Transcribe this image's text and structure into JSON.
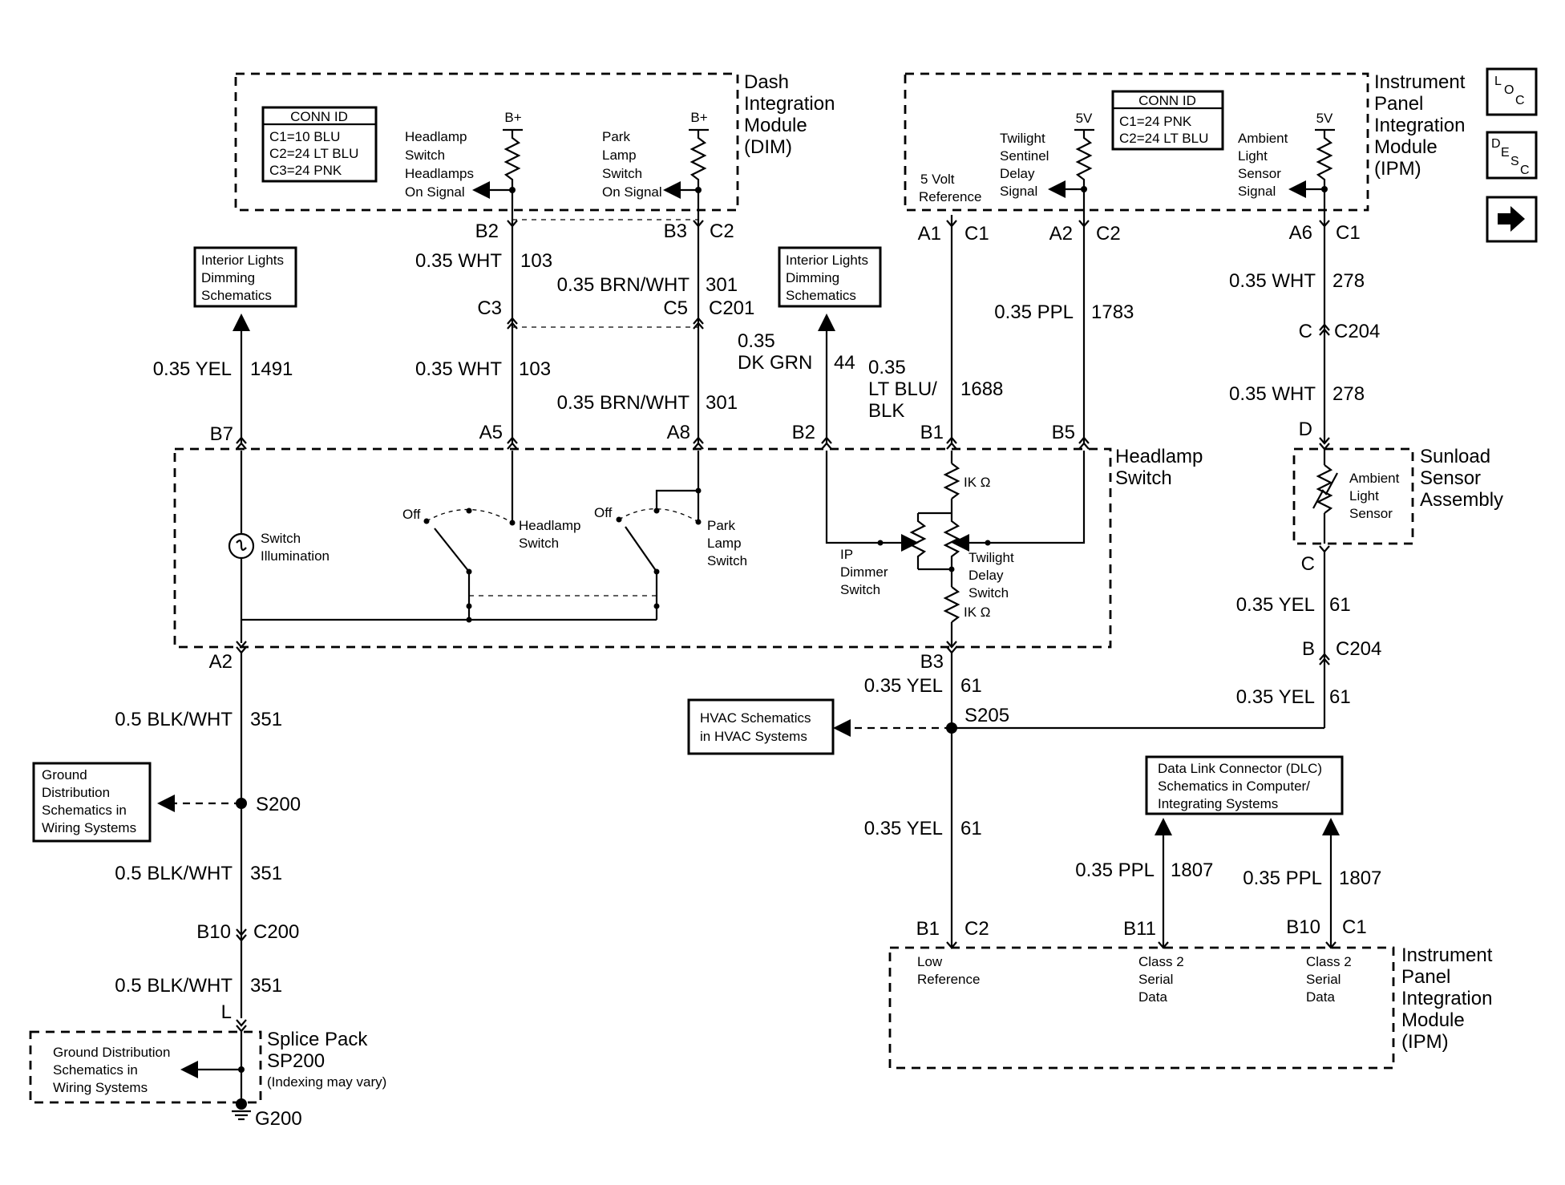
{
  "dim": {
    "title": [
      "Dash",
      "Integration",
      "Module",
      "(DIM)"
    ],
    "conn_header": "CONN ID",
    "conn": [
      "C1=10 BLU",
      "C2=24 LT BLU",
      "C3=24 PNK"
    ],
    "headlamp_signal": [
      "Headlamp",
      "Switch",
      "Headlamps",
      "On Signal"
    ],
    "park_signal": [
      "Park",
      "Lamp",
      "Switch",
      "On Signal"
    ],
    "bplus": "B+"
  },
  "ipm_top": {
    "title": [
      "Instrument",
      "Panel",
      "Integration",
      "Module",
      "(IPM)"
    ],
    "conn_header": "CONN ID",
    "conn": [
      "C1=24 PNK",
      "C2=24 LT BLU"
    ],
    "five_volt_ref": [
      "5 Volt",
      "Reference"
    ],
    "twilight_signal": [
      "Twilight",
      "Sentinel",
      "Delay",
      "Signal"
    ],
    "ambient_signal": [
      "Ambient",
      "Light",
      "Sensor",
      "Signal"
    ],
    "fivev": "5V"
  },
  "nav": {
    "loc": [
      "L",
      "O",
      "C"
    ],
    "desc": [
      "D",
      "E",
      "S",
      "C"
    ],
    "arrow": "➡"
  },
  "refs": {
    "interior_lights": [
      "Interior Lights",
      "Dimming",
      "Schematics"
    ],
    "hvac": [
      "HVAC Schematics",
      "in HVAC Systems"
    ],
    "ground_dist": [
      "Ground",
      "Distribution",
      "Schematics in",
      "Wiring Systems"
    ],
    "ground_dist_sp": [
      "Ground Distribution",
      "Schematics in",
      "Wiring Systems"
    ],
    "dlc": [
      "Data Link Connector (DLC)",
      "Schematics in Computer/",
      "Integrating Systems"
    ]
  },
  "headlamp_switch": {
    "title": [
      "Headlamp",
      "Switch"
    ],
    "switch_illum": [
      "Switch",
      "Illumination"
    ],
    "off": "Off",
    "headlamp_sw": [
      "Headlamp",
      "Switch"
    ],
    "park_sw": [
      "Park",
      "Lamp",
      "Switch"
    ],
    "ip_dimmer": [
      "IP",
      "Dimmer",
      "Switch"
    ],
    "twilight_sw": [
      "Twilight",
      "Delay",
      "Switch"
    ],
    "resistor": "IK Ω"
  },
  "sunload": {
    "title": [
      "Sunload",
      "Sensor",
      "Assembly"
    ],
    "sensor": [
      "Ambient",
      "Light",
      "Sensor"
    ]
  },
  "ipm_bottom": {
    "title": [
      "Instrument",
      "Panel",
      "Integration",
      "Module",
      "(IPM)"
    ],
    "low_ref": [
      "Low",
      "Reference"
    ],
    "class2": [
      "Class 2",
      "Serial",
      "Data"
    ]
  },
  "splice": {
    "title": [
      "Splice Pack",
      "SP200"
    ],
    "note": "(Indexing may vary)",
    "ground": "G200"
  },
  "pins": {
    "b2_dim": "B2",
    "b3_dim": "B3",
    "c2_dim": "C2",
    "c3": "C3",
    "c5": "C5",
    "c201": "C201",
    "a1": "A1",
    "c1_a": "C1",
    "a2_ipm": "A2",
    "c2_ipm": "C2",
    "a6": "A6",
    "c1_b": "C1",
    "c_204": "C",
    "c204_a": "C204",
    "d": "D",
    "b7": "B7",
    "a5": "A5",
    "a8": "A8",
    "b2_hs": "B2",
    "b1_hs": "B1",
    "b5": "B5",
    "a2_hs": "A2",
    "b3_hs": "B3",
    "c_sun": "C",
    "b_204": "B",
    "c204_b": "C204",
    "s205": "S205",
    "s200": "S200",
    "b10": "B10",
    "c200": "C200",
    "l": "L",
    "b1_ipm": "B1",
    "c2_ipmb": "C2",
    "b11": "B11",
    "b10_ipm": "B10",
    "c1_ipmb": "C1"
  },
  "wires": {
    "w103a_g": "0.35 WHT",
    "w103a_n": "103",
    "w301a_g": "0.35 BRN/WHT",
    "w301a_n": "301",
    "w103b_g": "0.35 WHT",
    "w103b_n": "103",
    "w301b_g": "0.35 BRN/WHT",
    "w301b_n": "301",
    "w1491_g": "0.35 YEL",
    "w1491_n": "1491",
    "w44_g": [
      "0.35",
      "DK GRN"
    ],
    "w44_n": "44",
    "w1688_g": [
      "0.35",
      "LT BLU/",
      "BLK"
    ],
    "w1688_n": "1688",
    "w1783_g": "0.35 PPL",
    "w1783_n": "1783",
    "w278a_g": "0.35 WHT",
    "w278a_n": "278",
    "w278b_g": "0.35 WHT",
    "w278b_n": "278",
    "w61a_g": "0.35 YEL",
    "w61a_n": "61",
    "w61b_g": "0.35 YEL",
    "w61b_n": "61",
    "w61c_g": "0.35 YEL",
    "w61c_n": "61",
    "w61d_g": "0.35 YEL",
    "w61d_n": "61",
    "w351a_g": "0.5 BLK/WHT",
    "w351a_n": "351",
    "w351b_g": "0.5 BLK/WHT",
    "w351b_n": "351",
    "w351c_g": "0.5 BLK/WHT",
    "w351c_n": "351",
    "w1807a_g": "0.35 PPL",
    "w1807a_n": "1807",
    "w1807b_g": "0.35 PPL",
    "w1807b_n": "1807"
  }
}
